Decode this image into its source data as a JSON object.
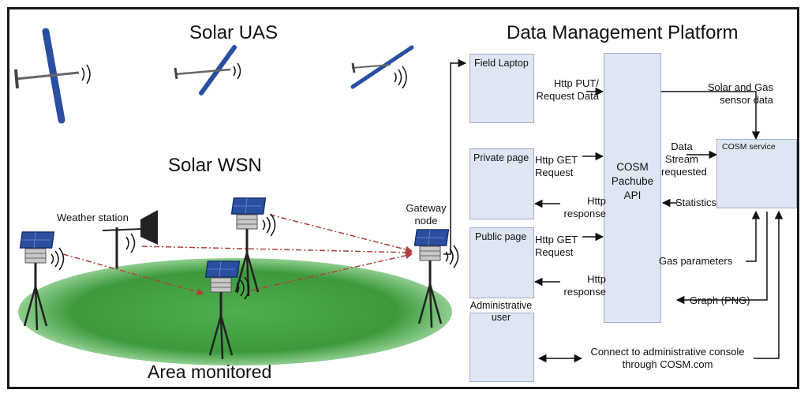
{
  "titles": {
    "solar_uas": "Solar UAS",
    "solar_wsn": "Solar WSN",
    "data_management": "Data Management Platform",
    "area_monitored": "Area monitored"
  },
  "field_labels": {
    "weather_station": "Weather station",
    "gateway_node": "Gateway node"
  },
  "platform": {
    "field_laptop": "Field Laptop",
    "private_page": "Private page",
    "public_page": "Public page",
    "admin_user": "Administrative user",
    "api_label": "COSM Pachube API",
    "cosm_service": "COSM service"
  },
  "connections": {
    "http_put": "Http PUT/ Request Data",
    "http_get_private": "Http GET Request",
    "http_response_private": "Http response",
    "http_get_public": "Http GET Request",
    "http_response_public": "Http response",
    "solar_gas": "Solar and Gas sensor data",
    "data_stream": "Data Stream requested",
    "statistics": "Statistics",
    "gas_parameters": "Gas parameters",
    "graph_png": "Graph (PNG)",
    "admin_console": "Connect to administrative console through COSM.com"
  },
  "colors": {
    "field_green": "#3c9a3c",
    "box_fill": "#dde6f2",
    "panel_blue": "#2a4fa0",
    "link_red": "#b04040"
  }
}
